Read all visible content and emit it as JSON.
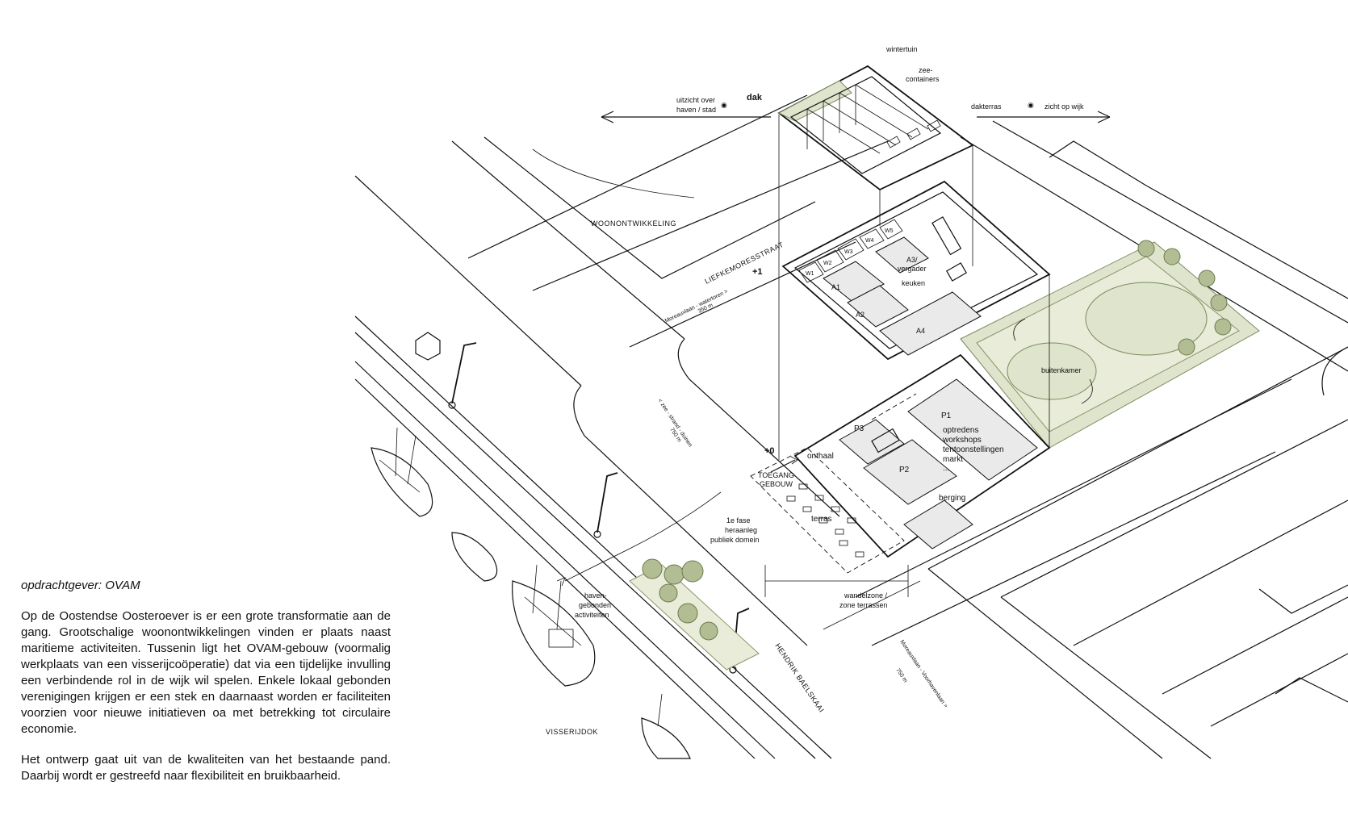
{
  "text": {
    "client": "opdrachtgever: OVAM",
    "paragraph_1": "Op de Oostendse Oosteroever is er een grote transformatie aan de gang.  Grootschalige woonontwikkelingen vinden er plaats naast maritieme activiteiten.  Tussenin ligt het OVAM-gebouw (voormalig werkplaats van een visserijcoöperatie) dat via een tijdelijke invulling een verbindende rol in de wijk wil spelen.  Enkele lokaal gebonden verenigingen krijgen er een stek en daarnaast worden er faciliteiten voorzien voor nieuwe initiatieven oa met betrekking tot circulaire economie.",
    "paragraph_2": "Het ontwerp gaat uit van de kwaliteiten van het bestaande pand.  Daarbij wordt er gestreefd naar flexibiliteit en bruikbaarheid."
  },
  "diagram": {
    "roof": {
      "level": "dak",
      "wintertuin": "wintertuin",
      "zee": "zee-",
      "containers": "containers",
      "dakterras": "dakterras",
      "view_left_1": "uitzicht over",
      "view_left_2": "haven / stad",
      "view_right": "zicht op wijk"
    },
    "first_floor": {
      "level": "+1",
      "rooms": [
        "W1",
        "W2",
        "W3",
        "W4",
        "W5",
        "A1",
        "A2",
        "A4"
      ],
      "a3_1": "A3/",
      "a3_2": "vergader",
      "keuken": "keuken"
    },
    "ground_floor": {
      "level": "+0",
      "p1": "P1",
      "p2": "P2",
      "p3": "P3",
      "onthaal": "onthaal",
      "terras": "terras",
      "berging": "berging",
      "activities": [
        "optredens",
        "workshops",
        "tentoonstellingen",
        "markt",
        "..."
      ],
      "toegang_1": "TOEGANG",
      "toegang_2": "GEBOUW",
      "buitenkamer": "buitenkamer"
    },
    "context": {
      "woonontwikkeling": "WOONONTWIKKELING",
      "liefkemoresstraat": "LIEFKEMORESSTRAAT",
      "moreau_watertoren": "Moreauxlaan - watertoren >",
      "dist_350": "350 m",
      "zee_strand": "< zee - strand - duinen",
      "dist_750a": "750 m",
      "fase_1": "1e fase",
      "fase_2": "heraanleg",
      "fase_3": "publiek domein",
      "wandelzone_1": "wandelzone /",
      "wandelzone_2": "zone terrassen",
      "hendrik": "HENDRIK BAELSKAAI",
      "moreau_voorhaven": "Moreauxlaan - Voorhavenlaan >",
      "dist_750b": "750 m",
      "haven_1": "haven-",
      "haven_2": "gebonden",
      "haven_3": "activiteiten",
      "visserijdok": "VISSERIJDOK"
    }
  }
}
